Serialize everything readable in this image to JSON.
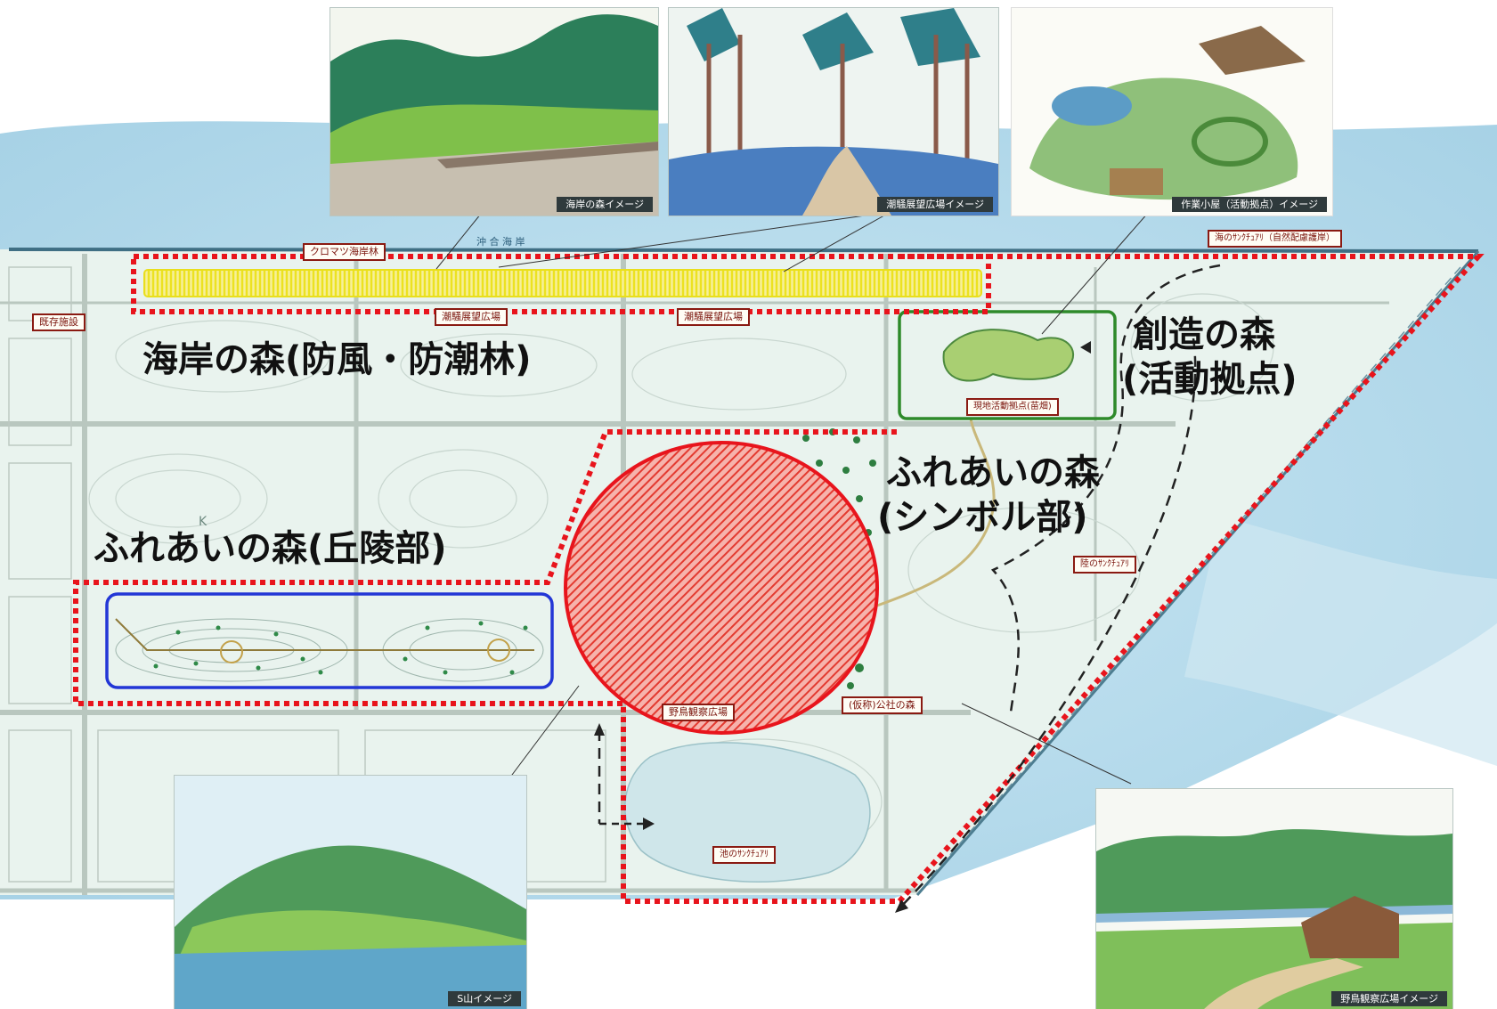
{
  "zones": {
    "coastal_forest": "海岸の森(防風・防潮林)",
    "creation_forest_line1": "創造の森",
    "creation_forest_line2": "(活動拠点)",
    "fureai_symbol_line1": "ふれあいの森",
    "fureai_symbol_line2": "(シンボル部)",
    "fureai_hills": "ふれあいの森(丘陵部)"
  },
  "map_tags": {
    "kuromatsu": "クロマツ海岸林",
    "existing": "既存施設",
    "square_1": "潮騒展望広場",
    "square_2": "潮騒展望広場",
    "sea_sanctuary": "海のｻﾝｸﾁｭｱﾘ（自然配慮護岸）",
    "field_base": "現地活動拠点(苗畑)",
    "land_sanctuary": "陸のｻﾝｸﾁｭｱﾘ",
    "bird_plaza": "野鳥観察広場",
    "public_forest": "(仮称)公社の森",
    "pond_sanctuary": "池のｻﾝｸﾁｭｱﾘ"
  },
  "map_text": {
    "sea_name": "沖 合 海 岸",
    "block_k": "K"
  },
  "images": {
    "coast_forest": "海岸の森イメージ",
    "promenade": "潮騒展望広場イメージ",
    "hut": "作業小屋（活動拠点）イメージ",
    "s_mountain": "S山イメージ",
    "bird_square": "野鳥観察広場イメージ"
  },
  "colors": {
    "boundary": "#e8141c",
    "coastal_band": "#f0ea1e",
    "creation_outline": "#2e8a2a",
    "hills_outline": "#2236d6",
    "symbol_fill": "#e8453c",
    "sea": "#b9dcec",
    "land": "#e9f3ee"
  }
}
